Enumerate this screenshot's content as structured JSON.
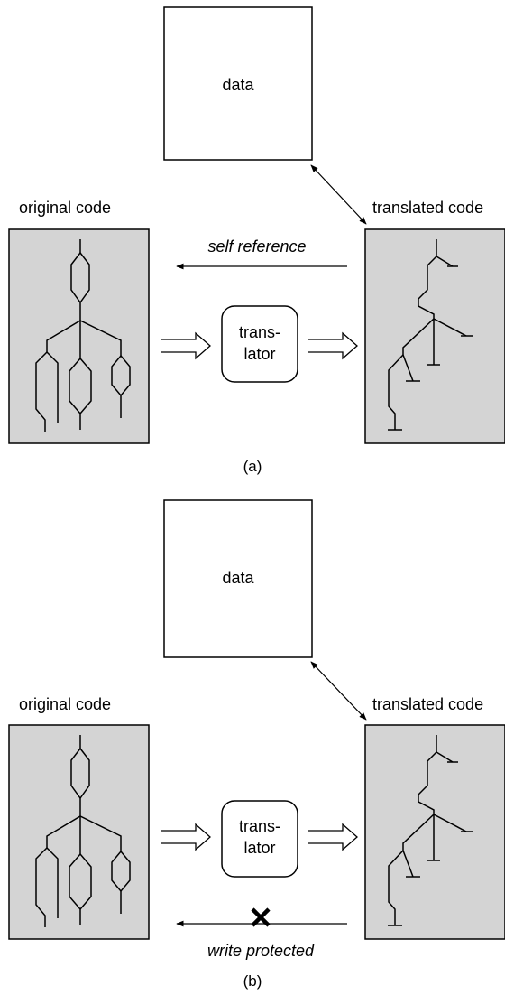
{
  "panel_a": {
    "data_label": "data",
    "original_label": "original code",
    "translated_label": "translated code",
    "translator_line1": "trans-",
    "translator_line2": "lator",
    "arrow_label": "self reference",
    "caption": "(a)"
  },
  "panel_b": {
    "data_label": "data",
    "original_label": "original code",
    "translated_label": "translated code",
    "translator_line1": "trans-",
    "translator_line2": "lator",
    "arrow_label": "write protected",
    "caption": "(b)"
  },
  "colors": {
    "code_box_fill": "#d4d4d4",
    "stroke": "#000000"
  }
}
